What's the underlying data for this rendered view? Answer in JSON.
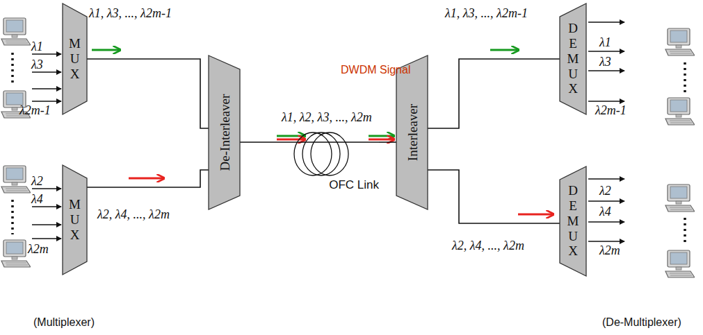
{
  "diagram": {
    "nodes": [
      {
        "text": [
          "M U X"
        ]
      },
      {
        "text": [
          "M U X"
        ]
      },
      {
        "text": [
          "De-Interleaver"
        ]
      },
      {
        "text": [
          "Interleaver"
        ]
      },
      {
        "text": [
          "D E M U X"
        ]
      },
      {
        "text": [
          "D E M U X"
        ]
      },
      {
        "text": [
          "OFC Link"
        ]
      }
    ],
    "edges": [
      {
        "from": 0,
        "to": 2,
        "arrow": "none"
      },
      {
        "from": 1,
        "to": 2,
        "arrow": "none"
      },
      {
        "from": 2,
        "to": 6,
        "arrow": "none"
      },
      {
        "from": 6,
        "to": 3,
        "arrow": "none"
      },
      {
        "from": 3,
        "to": 4,
        "arrow": "none"
      },
      {
        "from": 3,
        "to": 5,
        "arrow": "none"
      }
    ],
    "labels": [
      "λ1",
      "λ3",
      "λ2m-1",
      "λ1, λ3, ..., λ2m-1",
      "DWDM Signal",
      "λ1, λ2, λ3, ..., λ2m",
      "λ1, λ3, ..., λ2m-1",
      "λ1",
      "λ3",
      "λ2m-1",
      "λ2",
      "λ4",
      "λ2m",
      "λ2, λ4, ..., λ2m",
      "λ2, λ4, ..., λ2m",
      "λ2",
      "λ4",
      "λ2m",
      "(Multiplexer)",
      "(De-Multiplexer)"
    ]
  }
}
